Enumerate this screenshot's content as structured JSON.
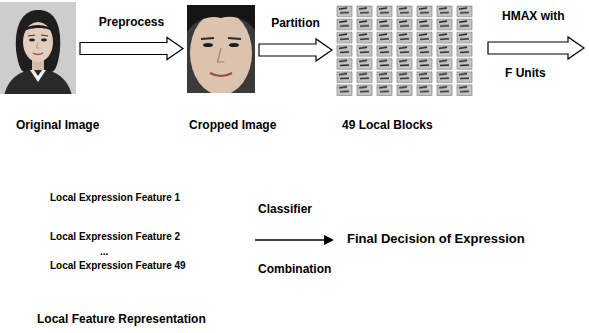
{
  "diagram": {
    "nodes": [
      {
        "text": [
          "Original Image"
        ]
      },
      {
        "text": [
          "Cropped Image"
        ]
      },
      {
        "text": [
          "49 Local Blocks"
        ]
      }
    ],
    "edges": [
      {
        "from": 0,
        "to": 1,
        "arrow": "to",
        "label": "Preprocess"
      },
      {
        "from": 1,
        "to": 2,
        "arrow": "to",
        "label": "Partition"
      }
    ],
    "labels": [
      "HMAX with",
      "F Units",
      "Local Expression Feature 1",
      "Local Expression Feature 2",
      "...",
      "Local Expression Feature 49",
      "Classifier",
      "Combination",
      "Final Decision of Expression",
      "Local Feature Representation"
    ]
  }
}
